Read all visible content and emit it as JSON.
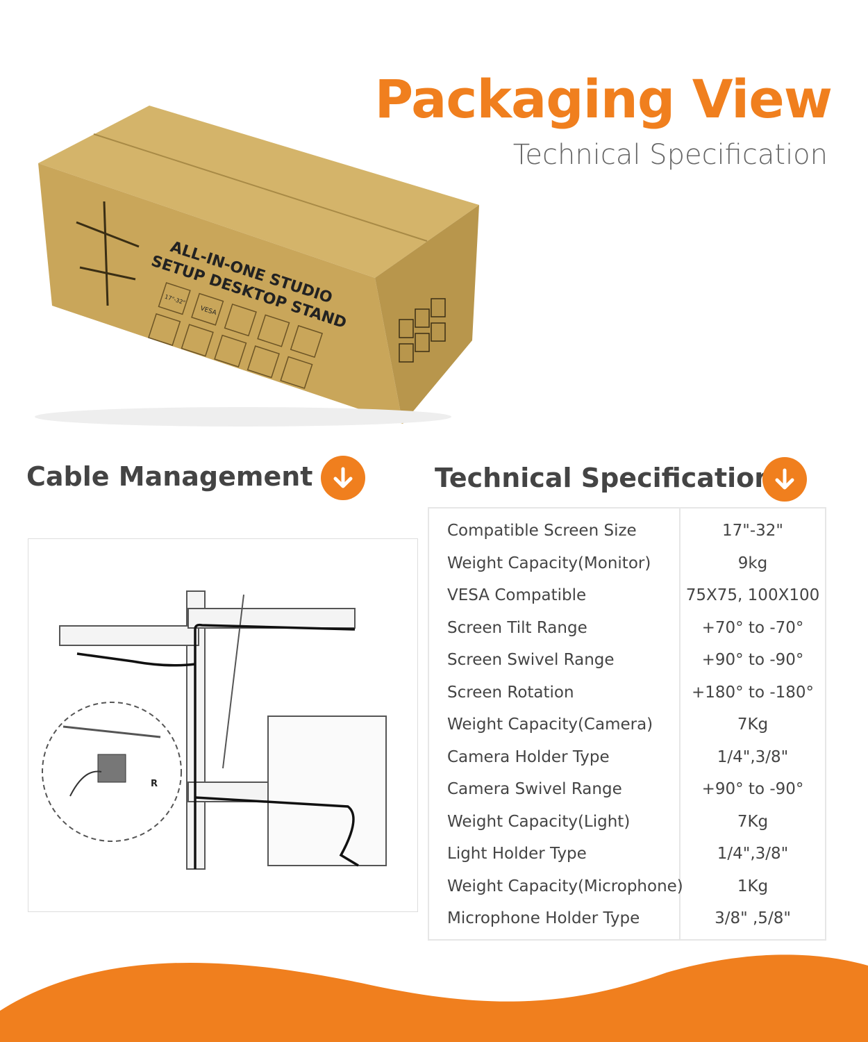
{
  "header": {
    "title": "Packaging View",
    "subtitle": "Technical Specification"
  },
  "box": {
    "print_line1": "ALL-IN-ONE STUDIO",
    "print_line2": "SETUP DESKTOP STAND",
    "size_badge": "17\"-32\"",
    "vesa_badge": "VESA"
  },
  "cable_section": {
    "heading": "Cable Management",
    "icon": "arrow-down-circle-icon",
    "callout_label": "R"
  },
  "spec_section": {
    "heading": "Technical Specification",
    "icon": "arrow-down-circle-icon",
    "rows": [
      {
        "label": "Compatible Screen Size",
        "value": "17\"-32\""
      },
      {
        "label": "Weight Capacity(Monitor)",
        "value": "9kg"
      },
      {
        "label": "VESA Compatible",
        "value": "75X75, 100X100"
      },
      {
        "label": "Screen Tilt Range",
        "value": "+70° to -70°"
      },
      {
        "label": "Screen Swivel Range",
        "value": "+90° to -90°"
      },
      {
        "label": "Screen Rotation",
        "value": "+180° to -180°"
      },
      {
        "label": "Weight Capacity(Camera)",
        "value": "7Kg"
      },
      {
        "label": "Camera Holder Type",
        "value": "1/4\",3/8\""
      },
      {
        "label": "Camera Swivel Range",
        "value": "+90° to -90°"
      },
      {
        "label": "Weight Capacity(Light)",
        "value": "7Kg"
      },
      {
        "label": "Light Holder Type",
        "value": "1/4\",3/8\""
      },
      {
        "label": "Weight Capacity(Microphone)",
        "value": "1Kg"
      },
      {
        "label": "Microphone Holder Type",
        "value": "3/8\" ,5/8\""
      }
    ]
  },
  "colors": {
    "accent": "#F07F1E",
    "cardboard": "#C9A65A",
    "text": "#444444"
  }
}
